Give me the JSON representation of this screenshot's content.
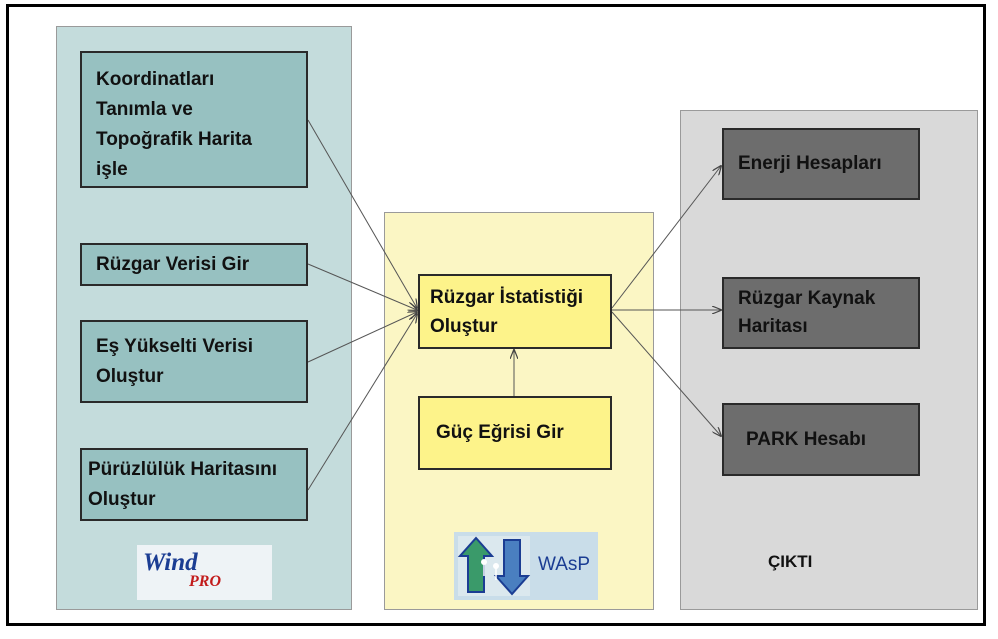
{
  "input_steps": [
    "Koordinatları\nTanımla ve\nTopoğrafik Harita\nişle",
    "Rüzgar Verisi Gir",
    "Eş Yükselti Verisi\nOluştur",
    "Pürüzlülük Haritasını\nOluştur"
  ],
  "middle": {
    "statistics": "Rüzgar İstatistiği\nOluştur",
    "power_curve": "Güç Eğrisi Gir"
  },
  "outputs": [
    "Enerji Hesapları",
    "Rüzgar Kaynak\nHaritası",
    "PARK Hesabı"
  ],
  "output_panel_label": "ÇIKTI",
  "logos": {
    "windpro_main": "Wind",
    "windpro_sub": "PRO",
    "wasp": "WAsP"
  },
  "colors": {
    "input_panel": "#c4dcdc",
    "input_box": "#97c1c1",
    "middle_panel": "#fbf6c4",
    "middle_box": "#fdf38a",
    "output_panel": "#d9d9d9",
    "output_box": "#6d6d6d"
  }
}
